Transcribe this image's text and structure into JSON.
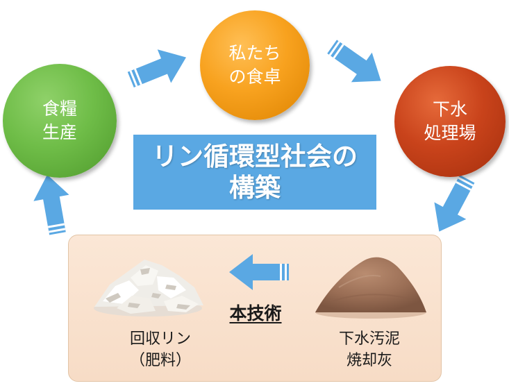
{
  "nodes": {
    "food_production": {
      "lines": [
        "食糧",
        "生産"
      ]
    },
    "our_table": {
      "lines": [
        "私たち",
        "の食卓"
      ]
    },
    "sewage_plant": {
      "lines": [
        "下水",
        "処理場"
      ]
    }
  },
  "banner": {
    "lines": [
      "リン循環型社会の",
      "構築"
    ]
  },
  "panel": {
    "recovered_phosphorus": {
      "lines": [
        "回収リン",
        "（肥料）"
      ]
    },
    "sludge_ash": {
      "lines": [
        "下水汚泥",
        "焼却灰"
      ]
    },
    "technique": "本技術"
  },
  "colors": {
    "green": "#6fbd48",
    "orange": "#f8a21f",
    "red": "#c9431b",
    "arrow_blue": "#5aa8e3",
    "panel_bg": "#f9e2cf"
  }
}
